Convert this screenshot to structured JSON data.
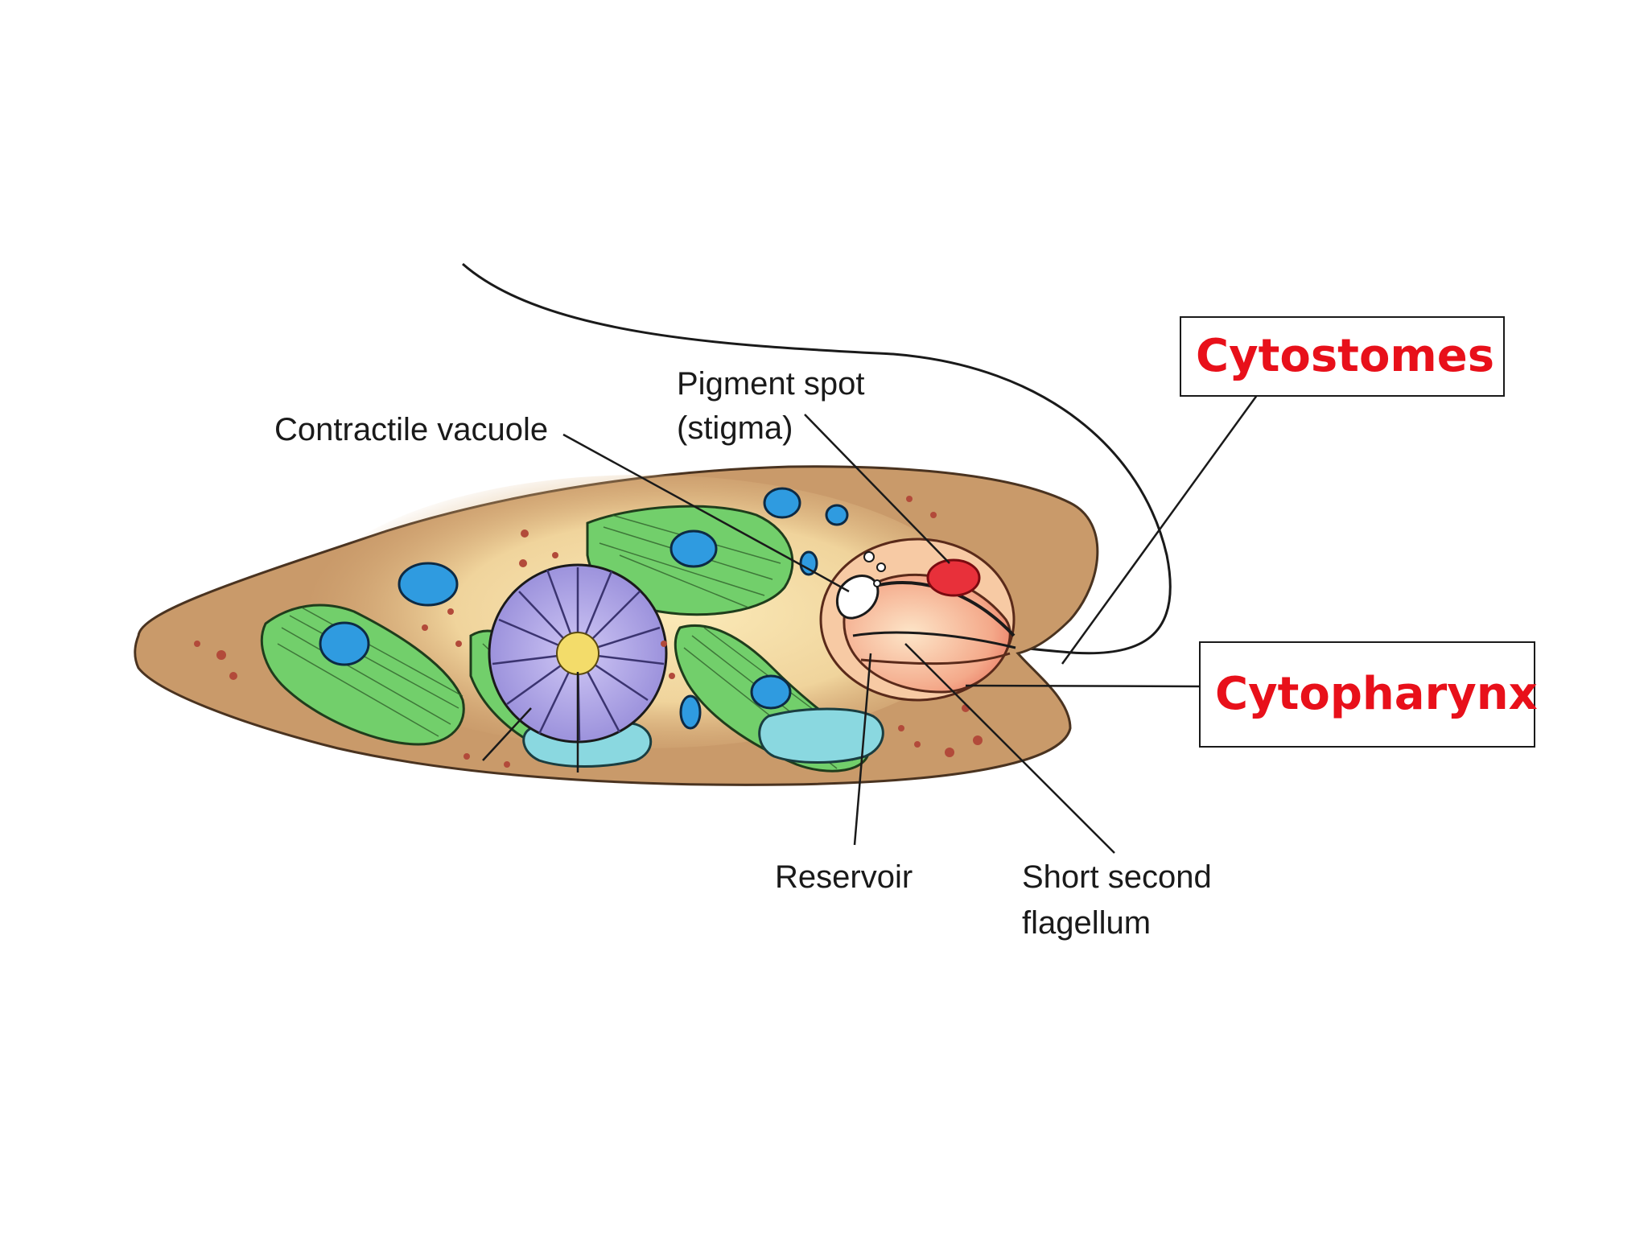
{
  "labels": {
    "contractile_vacuole": "Contractile vacuole",
    "pigment_spot_line1": "Pigment spot",
    "pigment_spot_line2": "(stigma)",
    "reservoir": "Reservoir",
    "short_second_line1": "Short second",
    "short_second_line2": "flagellum"
  },
  "callouts": {
    "cytostomes": "Cytostomes",
    "cytopharynx": "Cytopharynx"
  },
  "colors": {
    "callout_text": "#e8101a",
    "body_fill": "#c99a6a",
    "body_inner": "#f3d9a0",
    "chloroplast": "#6fcf6a",
    "nucleus": "#a79ee0",
    "vacuole_blue": "#2f9be0",
    "reservoir": "#ef8a73",
    "stigma": "#e8303a"
  }
}
